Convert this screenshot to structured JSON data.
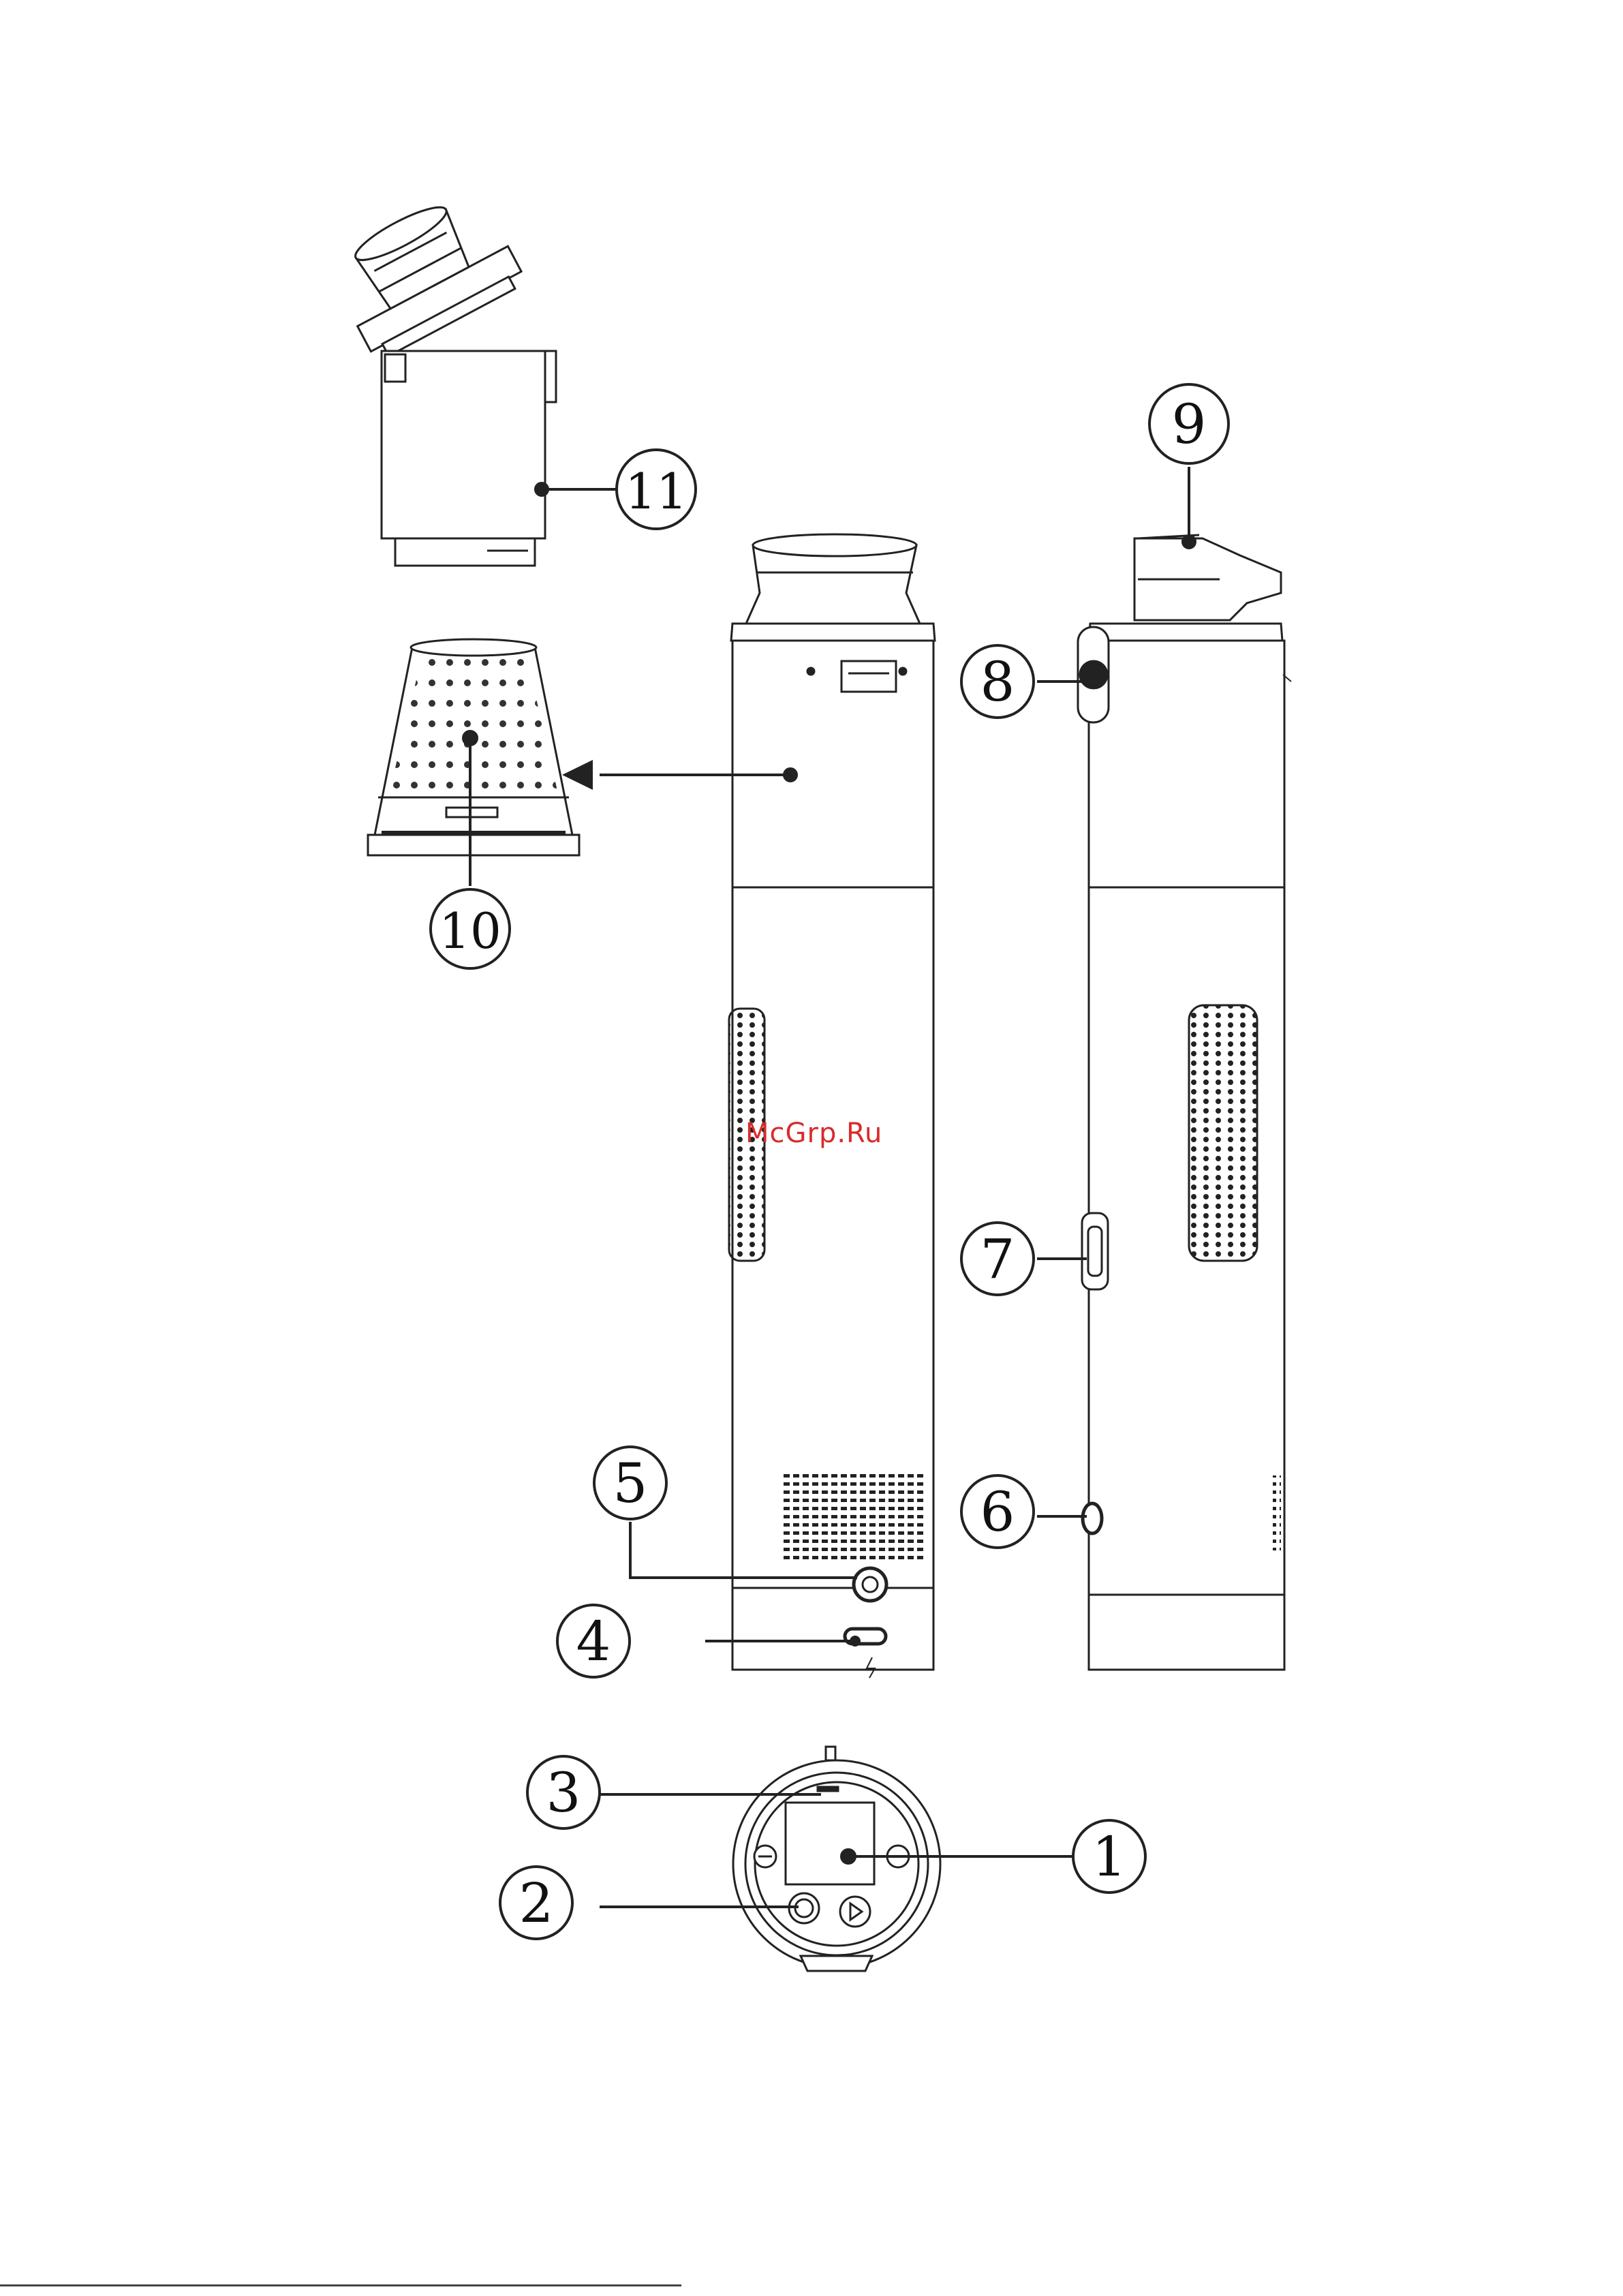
{
  "labels": {
    "n1": "1",
    "n2": "2",
    "n3": "3",
    "n4": "4",
    "n5": "5",
    "n6": "6",
    "n7": "7",
    "n8": "8",
    "n9": "9",
    "n10": "10",
    "n11": "11"
  },
  "watermark": "McGrp.Ru",
  "colors": {
    "ink": "#222222",
    "watermark": "#d92b2b",
    "background": "#ffffff"
  }
}
